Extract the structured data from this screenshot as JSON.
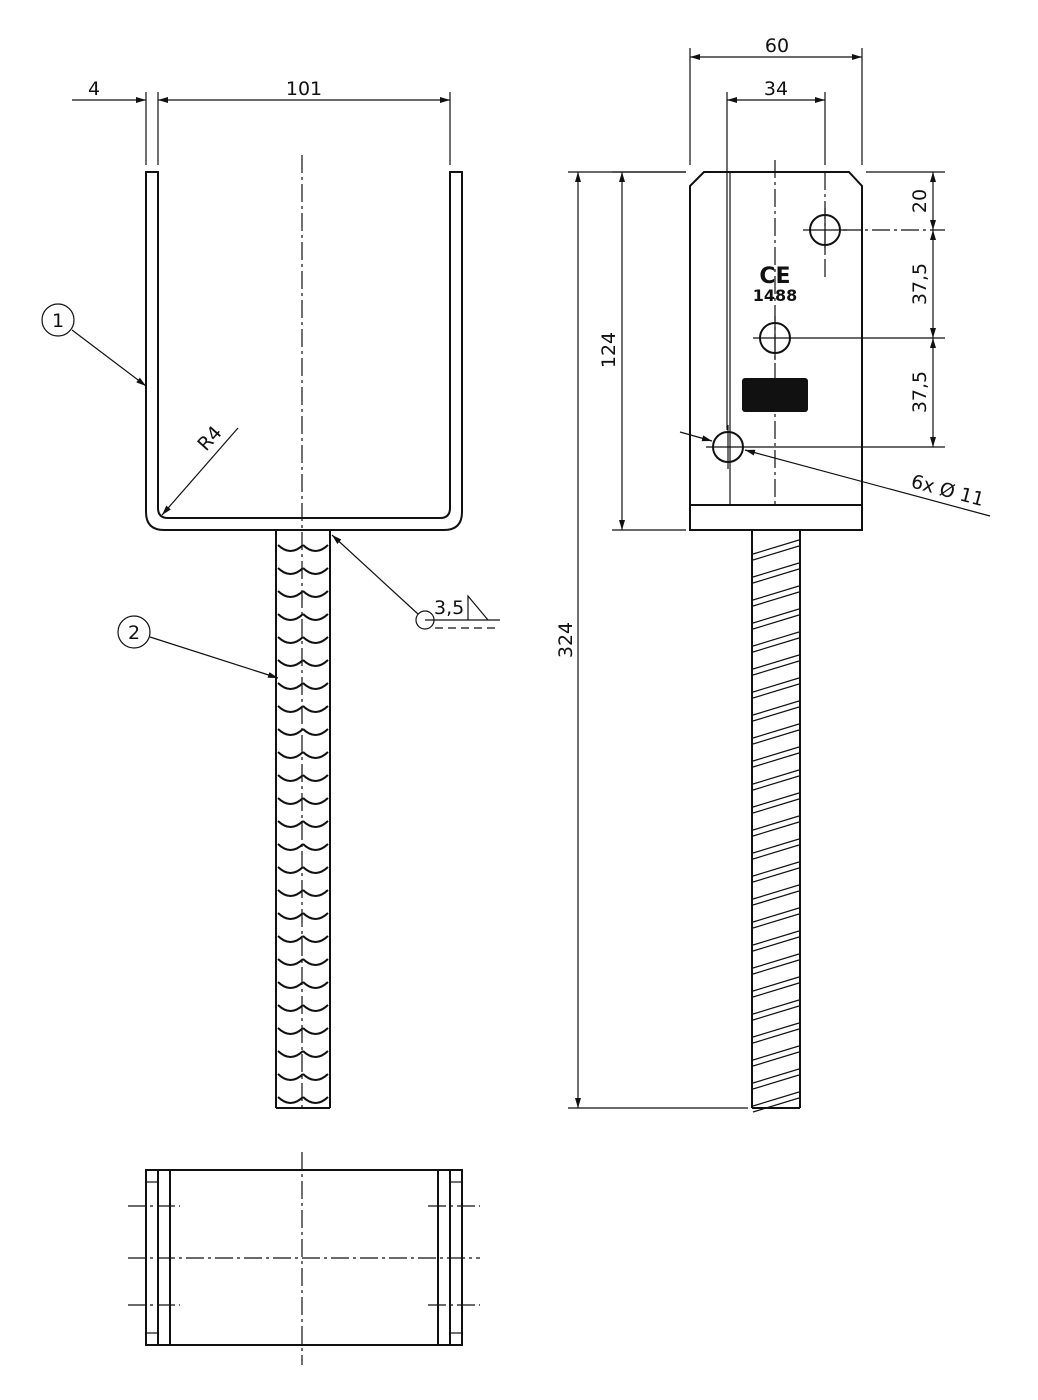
{
  "title": "Post base anchor technical drawing",
  "dimensions": {
    "flange_thickness": "4",
    "inner_width": "101",
    "bend_radius": "R4",
    "weld": "3,5",
    "plate_width": "60",
    "hole_spacing_horizontal": "34",
    "plate_height": "124",
    "total_height": "324",
    "top_hole_offset": "20",
    "hole_spacing_1": "37,5",
    "hole_spacing_2": "37,5",
    "holes": "6x Ø 11"
  },
  "callouts": {
    "part_1": "1",
    "part_2": "2"
  },
  "marking": {
    "ce": "CE",
    "number": "1488"
  }
}
